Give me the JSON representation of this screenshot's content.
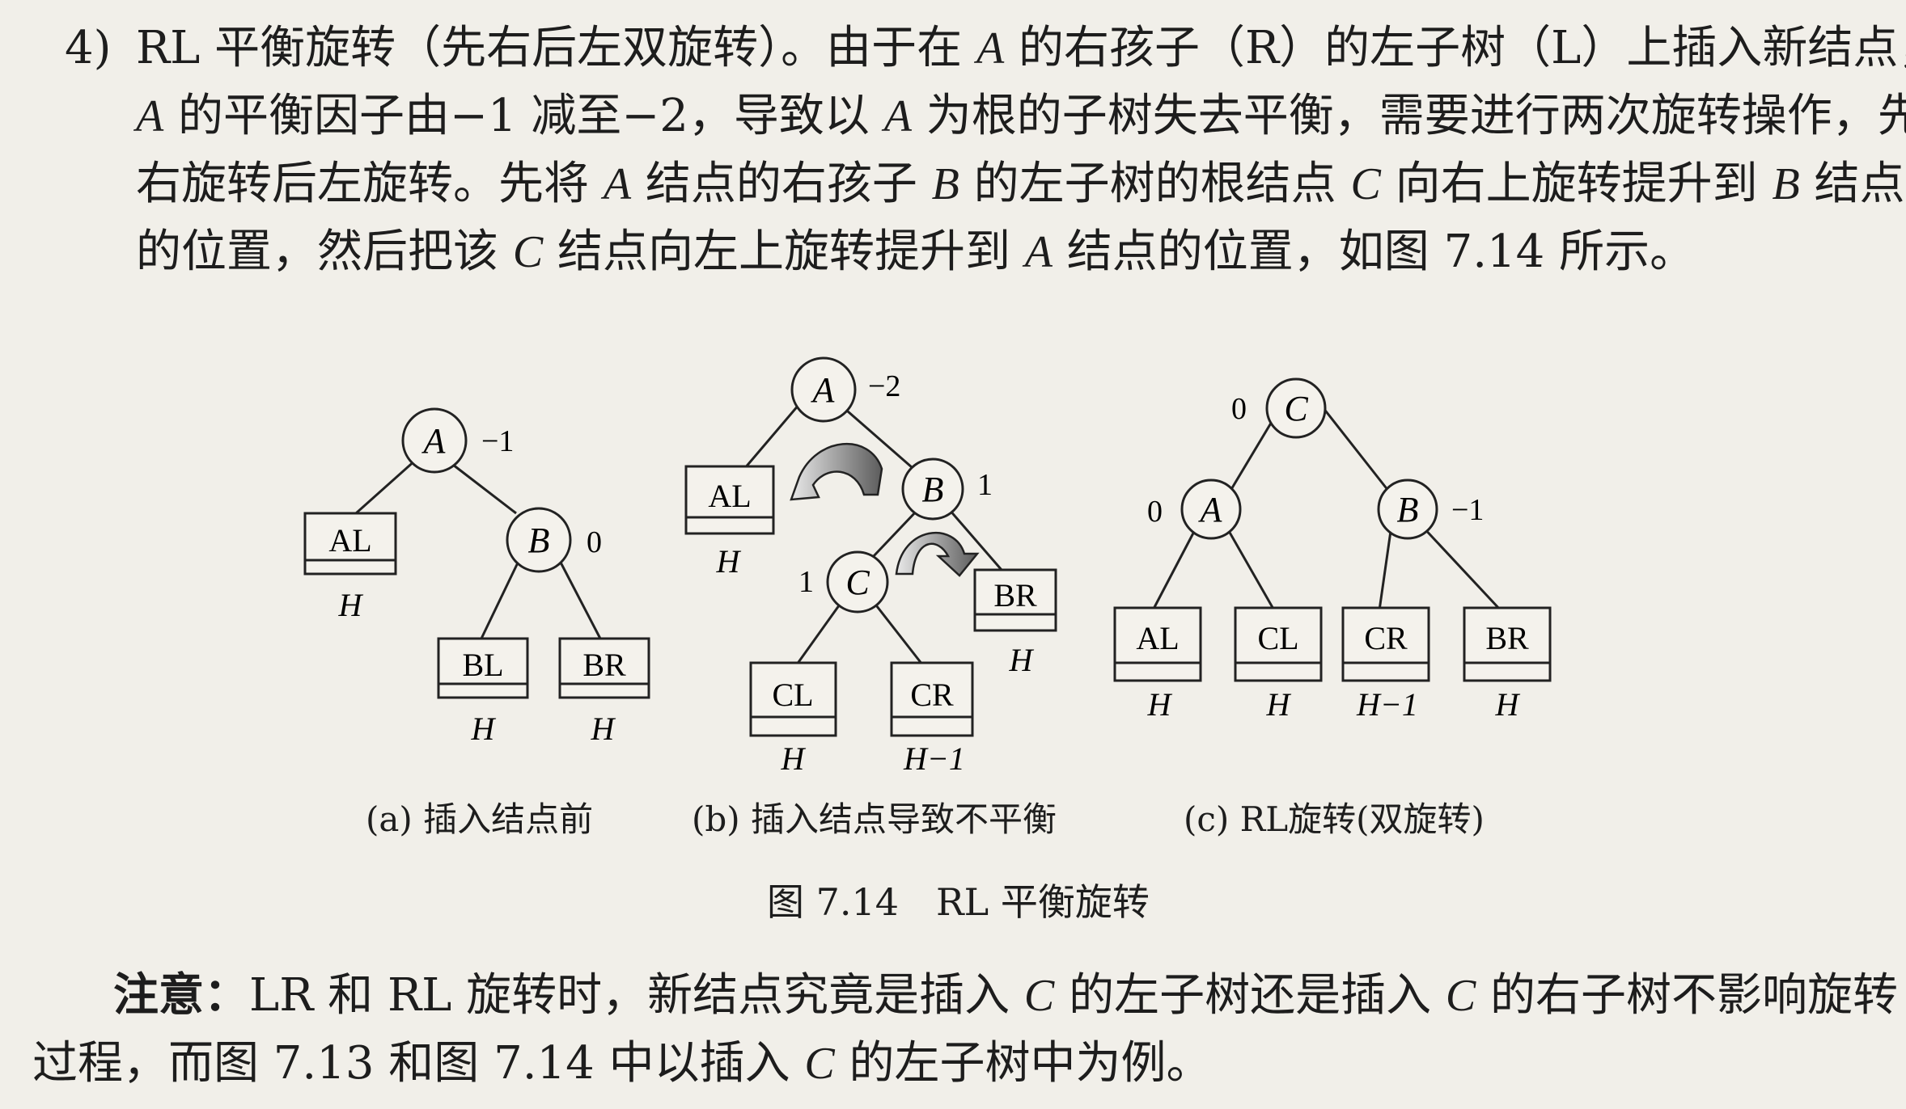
{
  "paragraph": {
    "number": "4)",
    "lines": [
      [
        "RL 平衡旋转（先右后左双旋转）。由于在 ",
        "A",
        " 的右孩子（R）的左子树（L）上插入新结点，"
      ],
      [
        "",
        "A",
        " 的平衡因子由−1 减至−2，导致以 ",
        "A",
        " 为根的子树失去平衡，需要进行两次旋转操作，先"
      ],
      [
        "右旋转后左旋转。先将 ",
        "A",
        " 结点的右孩子 ",
        "B",
        " 的左子树的根结点 ",
        "C",
        " 向右上旋转提升到 ",
        "B",
        " 结点"
      ],
      [
        "的位置，然后把该 ",
        "C",
        " 结点向左上旋转提升到 ",
        "A",
        " 结点的位置，如图 7.14 所示。"
      ]
    ]
  },
  "figure": {
    "subcaptions": {
      "a": "(a) 插入结点前",
      "b": "(b) 插入结点导致不平衡",
      "c": "(c) RL旋转(双旋转)"
    },
    "caption": "图 7.14　RL 平衡旋转",
    "trees": {
      "a": {
        "nodes": [
          {
            "label": "A",
            "bf": "−1"
          },
          {
            "label": "B",
            "bf": "0"
          }
        ],
        "boxes": [
          {
            "label": "AL",
            "height": "H"
          },
          {
            "label": "BL",
            "height": "H"
          },
          {
            "label": "BR",
            "height": "H"
          }
        ]
      },
      "b": {
        "nodes": [
          {
            "label": "A",
            "bf": "−2"
          },
          {
            "label": "B",
            "bf": "1"
          },
          {
            "label": "C",
            "bf": "1"
          }
        ],
        "boxes": [
          {
            "label": "AL",
            "height": "H"
          },
          {
            "label": "BR",
            "height": "H"
          },
          {
            "label": "CL",
            "height": "H"
          },
          {
            "label": "CR",
            "height": "H−1"
          }
        ]
      },
      "c": {
        "nodes": [
          {
            "label": "C",
            "bf": "0"
          },
          {
            "label": "A",
            "bf": "0"
          },
          {
            "label": "B",
            "bf": "−1"
          }
        ],
        "boxes": [
          {
            "label": "AL",
            "height": "H"
          },
          {
            "label": "CL",
            "height": "H"
          },
          {
            "label": "CR",
            "height": "H−1"
          },
          {
            "label": "BR",
            "height": "H"
          }
        ]
      }
    }
  },
  "note": {
    "label": "注意：",
    "line1": [
      "LR 和 RL 旋转时，新结点究竟是插入 ",
      "C",
      " 的左子树还是插入 ",
      "C",
      " 的右子树不影响旋转"
    ],
    "line2": [
      "过程，而图 7.13 和图 7.14 中以插入 ",
      "C",
      " 的左子树中为例。"
    ]
  }
}
